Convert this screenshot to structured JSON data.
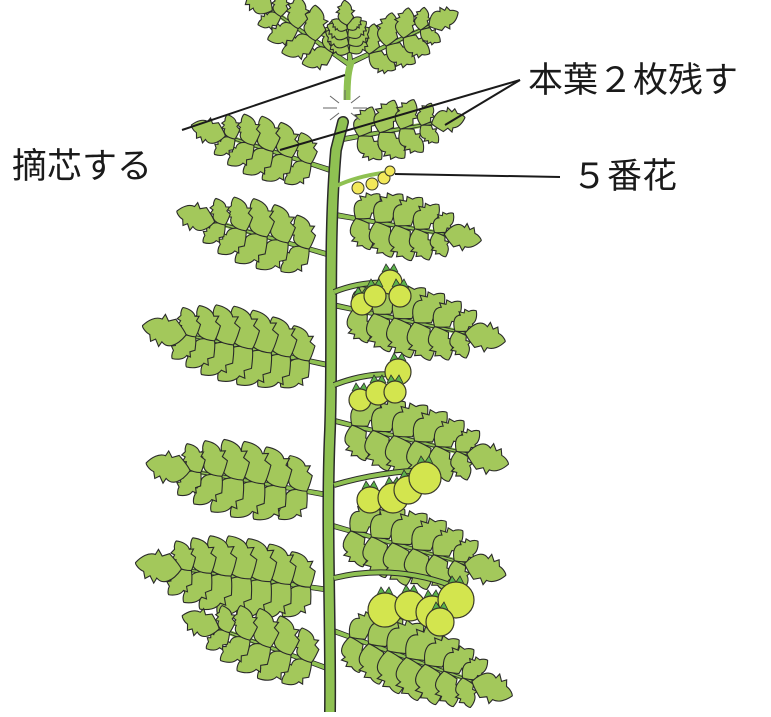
{
  "labels": {
    "pinch": "摘芯する",
    "keep_leaves": "本葉２枚残す",
    "flower": "５番花"
  },
  "colors": {
    "leaf": "#a3c85b",
    "leaf_outline": "#2a2a2a",
    "stem": "#8fc152",
    "fruit": "#d3e54e",
    "fruit_outline": "#3a3a2a",
    "flower": "#f2e85a",
    "calyx": "#5bb24a",
    "line": "#1a1a1a"
  }
}
